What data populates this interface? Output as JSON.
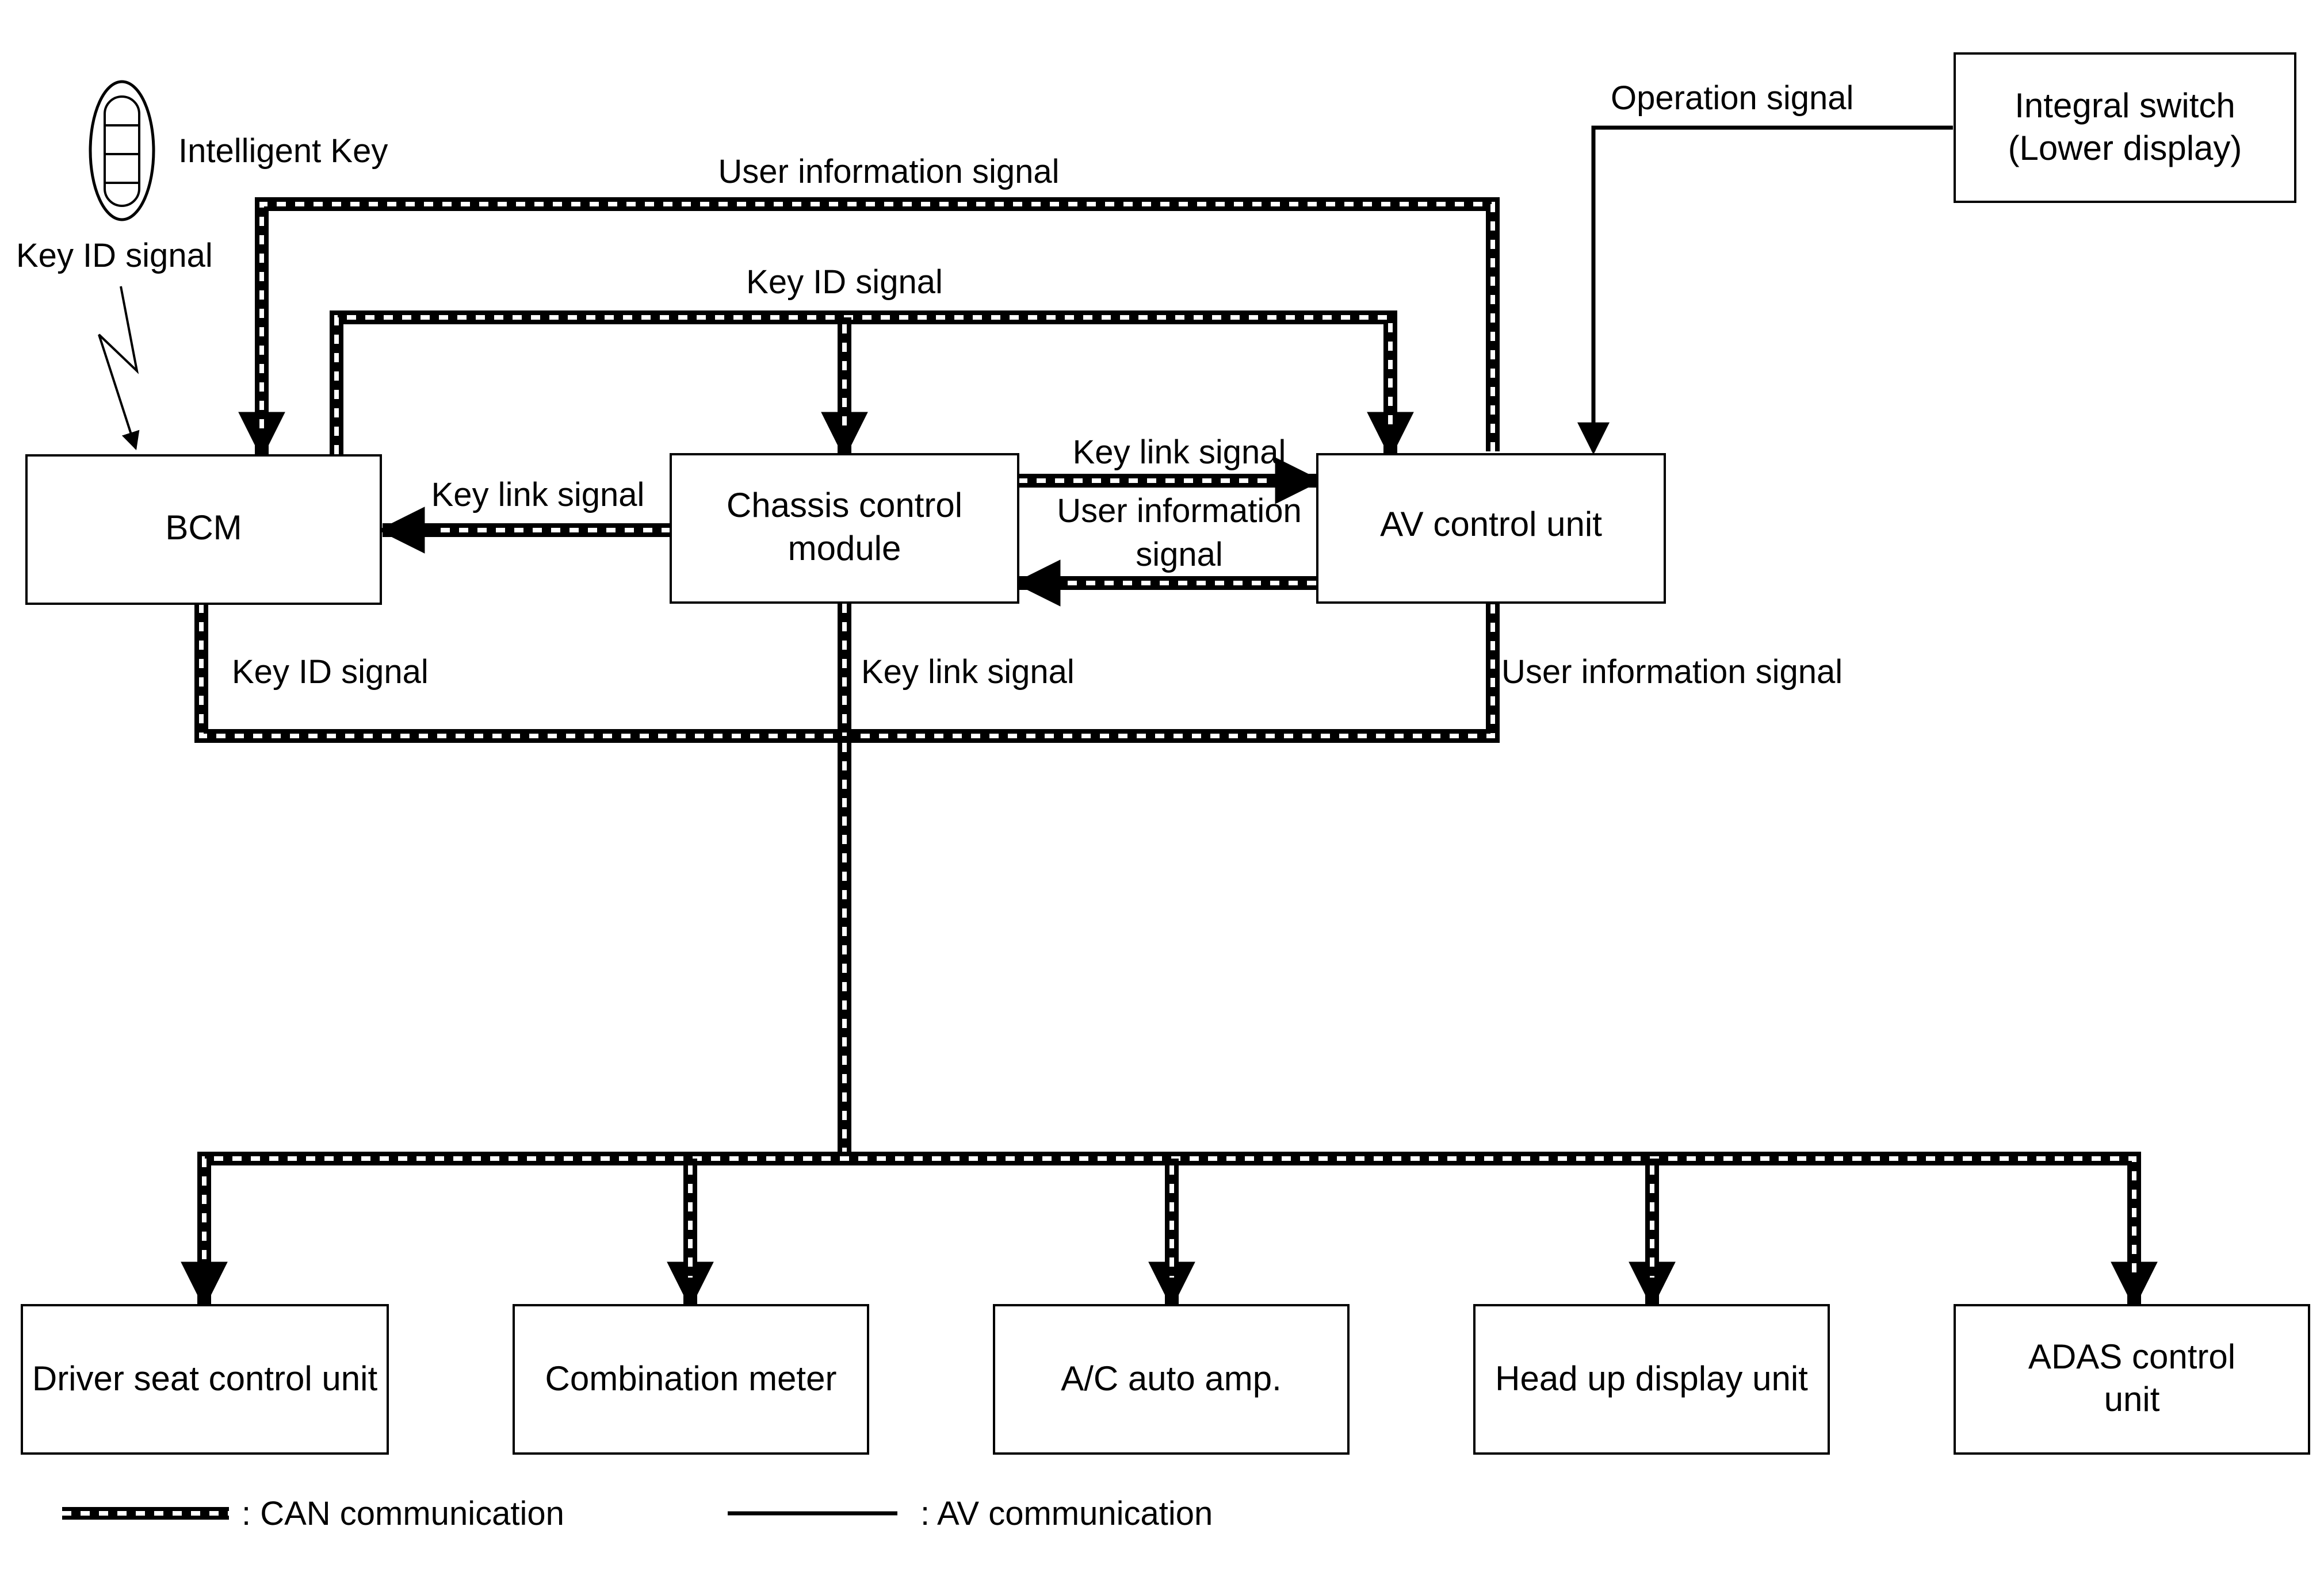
{
  "colors": {
    "line": "#000000",
    "background": "#ffffff",
    "can_dash": "#ffffff"
  },
  "icons": {
    "intelligent_key": "key-fob-icon",
    "radio_wave": "lightning-zigzag-icon"
  },
  "labels": {
    "intelligent_key": "Intelligent Key",
    "key_id_signal_wireless": "Key ID signal",
    "user_info_top": "User information signal",
    "key_id_top": "Key ID signal",
    "operation_signal": "Operation signal",
    "key_link_to_bcm": "Key link signal",
    "key_link_to_av": "Key link signal",
    "user_info_to_ccm_line1": "User information",
    "user_info_to_ccm_line2": "signal",
    "key_id_bottom": "Key ID signal",
    "key_link_bottom": "Key link signal",
    "user_info_bottom": "User information signal"
  },
  "units": {
    "bcm": "BCM",
    "chassis_line1": "Chassis control",
    "chassis_line2": "module",
    "av": "AV control unit",
    "integral_line1": "Integral switch",
    "integral_line2": "(Lower display)",
    "driver_seat": "Driver seat control unit",
    "combination_meter": "Combination meter",
    "ac_amp": "A/C auto amp.",
    "hud": "Head up display unit",
    "adas_line1": "ADAS control",
    "adas_line2": "unit"
  },
  "legend": {
    "can": ": CAN communication",
    "av": ": AV communication"
  }
}
